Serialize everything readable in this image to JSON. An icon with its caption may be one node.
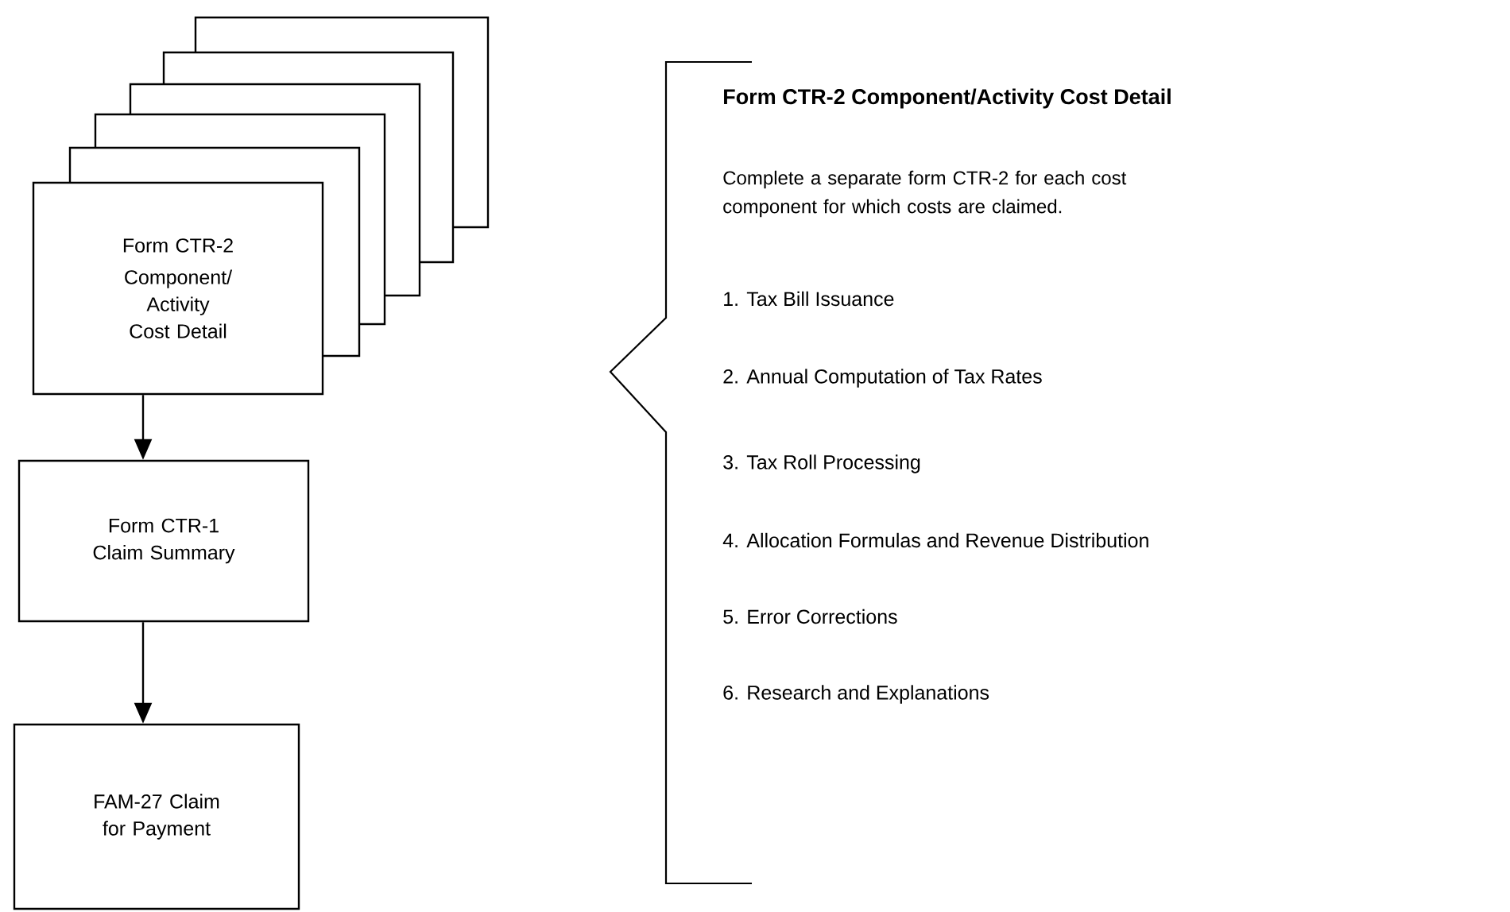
{
  "diagram": {
    "nodes": [
      {
        "text": [
          "Form CTR-2",
          "Component/ Activity Cost Detail"
        ]
      },
      {
        "text": [
          "Form CTR-1 Claim Summary"
        ]
      },
      {
        "text": [
          "FAM-27 Claim for Payment"
        ]
      }
    ],
    "edges": [
      {
        "from": 0,
        "to": 1,
        "arrow": "to"
      },
      {
        "from": 1,
        "to": 2,
        "arrow": "to"
      }
    ],
    "labels": [
      "Form  CTR-2 Component/Activity Cost Detail",
      "Complete a separate form CTR-2 for each cost component for which costs are claimed.",
      "1.  Tax Bill Issuance",
      "2.  Annual Computation of Tax Rates",
      "3.  Tax Roll Processing",
      "4.  Allocation Formulas and Revenue Distribution",
      "5.  Error Corrections",
      "6.  Research and Explanations"
    ]
  }
}
